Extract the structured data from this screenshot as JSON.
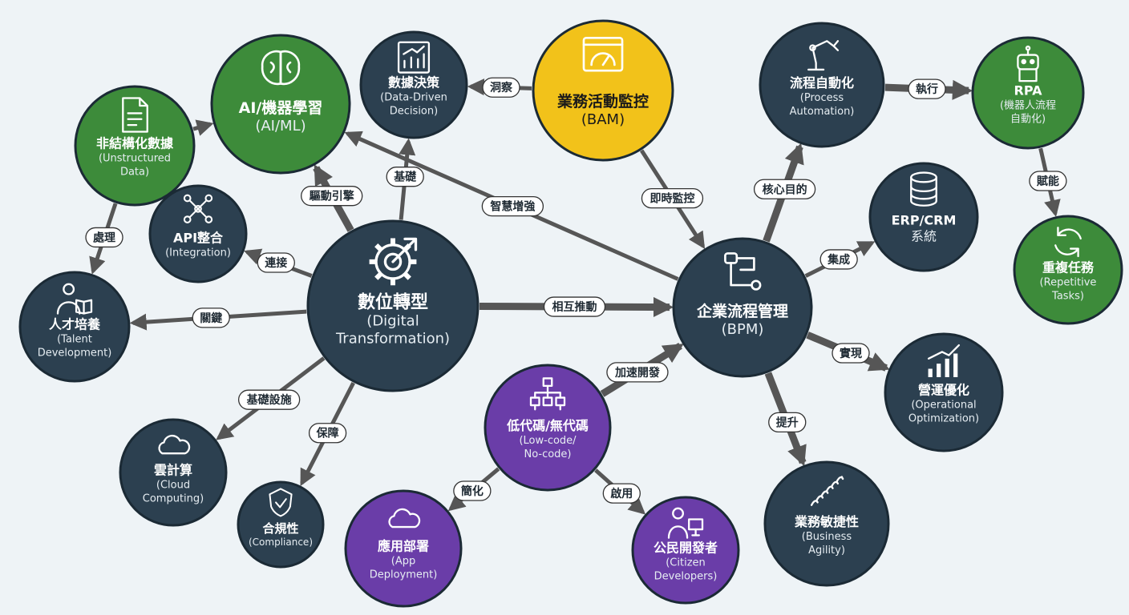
{
  "colors": {
    "background": "#eef3f6",
    "dark": "#2c4050",
    "green": "#3d8b3a",
    "purple": "#6a3da8",
    "yellow": "#f2c21a",
    "arrow": "#565656",
    "outline": "#1b2a35"
  },
  "nodes": [
    {
      "id": "digital",
      "title": "數位轉型",
      "sub": [
        "(Digital",
        "Transformation)"
      ],
      "color": "dark",
      "icon": "gear-cycle-icon"
    },
    {
      "id": "bpm",
      "title": "企業流程管理",
      "sub": [
        "(BPM)"
      ],
      "color": "dark",
      "icon": "process-flow-icon"
    },
    {
      "id": "bam",
      "title": "業務活動監控",
      "sub": [
        "(BAM)"
      ],
      "color": "yellow",
      "icon": "dashboard-gauge-icon"
    },
    {
      "id": "ai",
      "title": "AI/機器學習",
      "sub": [
        "(AI/ML)"
      ],
      "color": "green",
      "icon": "brain-icon"
    },
    {
      "id": "data",
      "title": "數據決策",
      "sub": [
        "(Data-Driven",
        "Decision)"
      ],
      "color": "dark",
      "icon": "growth-chart-icon"
    },
    {
      "id": "unstructured",
      "title": "非結構化數據",
      "sub": [
        "(Unstructured",
        "Data)"
      ],
      "color": "green",
      "icon": "document-icon"
    },
    {
      "id": "api",
      "title": "API整合",
      "sub": [
        "(Integration)"
      ],
      "color": "dark",
      "icon": "network-nodes-icon"
    },
    {
      "id": "talent",
      "title": "人才培養",
      "sub": [
        "(Talent",
        "Development)"
      ],
      "color": "dark",
      "icon": "person-book-icon"
    },
    {
      "id": "cloud",
      "title": "雲計算",
      "sub": [
        "(Cloud",
        "Computing)"
      ],
      "color": "dark",
      "icon": "cloud-icon"
    },
    {
      "id": "compliance",
      "title": "合規性",
      "sub": [
        "(Compliance)"
      ],
      "color": "dark",
      "icon": "shield-check-icon"
    },
    {
      "id": "lowcode",
      "title": "低代碼/無代碼",
      "sub": [
        "(Low-code/",
        "No-code)"
      ],
      "color": "purple",
      "icon": "hierarchy-icon"
    },
    {
      "id": "deploy",
      "title": "應用部署",
      "sub": [
        "(App",
        "Deployment)"
      ],
      "color": "purple",
      "icon": "cloud-icon"
    },
    {
      "id": "citizen",
      "title": "公民開發者",
      "sub": [
        "(Citizen",
        "Developers)"
      ],
      "color": "purple",
      "icon": "person-monitor-icon"
    },
    {
      "id": "process",
      "title": "流程自動化",
      "sub": [
        "(Process",
        "Automation)"
      ],
      "color": "dark",
      "icon": "robot-arm-icon"
    },
    {
      "id": "rpa",
      "title": "RPA",
      "sub": [
        "(機器人流程",
        "自動化)"
      ],
      "color": "green",
      "icon": "robot-icon"
    },
    {
      "id": "repetitive",
      "title": "重複任務",
      "sub": [
        "(Repetitive",
        "Tasks)"
      ],
      "color": "green",
      "icon": "refresh-icon"
    },
    {
      "id": "erp",
      "title": "ERP/CRM",
      "sub": [
        "系統"
      ],
      "color": "dark",
      "icon": "database-icon"
    },
    {
      "id": "operational",
      "title": "營運優化",
      "sub": [
        "(Operational",
        "Optimization)"
      ],
      "color": "dark",
      "icon": "bar-trend-icon"
    },
    {
      "id": "agility",
      "title": "業務敏捷性",
      "sub": [
        "(Business",
        "Agility)"
      ],
      "color": "dark",
      "icon": "spring-icon"
    }
  ],
  "edges": [
    {
      "from": "digital",
      "to": "bpm",
      "label": "相互推動",
      "thick": true
    },
    {
      "from": "digital",
      "to": "ai",
      "label": "驅動引擎",
      "thick": true
    },
    {
      "from": "digital",
      "to": "data",
      "label": "基礎",
      "thick": false
    },
    {
      "from": "bpm",
      "to": "ai",
      "label": "智慧增強",
      "thick": false
    },
    {
      "from": "digital",
      "to": "api",
      "label": "連接",
      "thick": false
    },
    {
      "from": "digital",
      "to": "talent",
      "label": "關鍵",
      "thick": false
    },
    {
      "from": "digital",
      "to": "cloud",
      "label": "基礎設施",
      "thick": false
    },
    {
      "from": "digital",
      "to": "compliance",
      "label": "保障",
      "thick": false
    },
    {
      "from": "bam",
      "to": "data",
      "label": "洞察",
      "thick": false
    },
    {
      "from": "bam",
      "to": "bpm",
      "label": "即時監控",
      "thick": false
    },
    {
      "from": "unstructured",
      "to": "ai",
      "label": "",
      "thick": false
    },
    {
      "from": "unstructured",
      "to": "talent",
      "label": "處理",
      "thick": false
    },
    {
      "from": "lowcode",
      "to": "bpm",
      "label": "加速開發",
      "thick": true
    },
    {
      "from": "lowcode",
      "to": "deploy",
      "label": "簡化",
      "thick": false
    },
    {
      "from": "lowcode",
      "to": "citizen",
      "label": "啟用",
      "thick": false
    },
    {
      "from": "bpm",
      "to": "process",
      "label": "核心目的",
      "thick": true
    },
    {
      "from": "process",
      "to": "rpa",
      "label": "執行",
      "thick": true
    },
    {
      "from": "rpa",
      "to": "repetitive",
      "label": "賦能",
      "thick": false
    },
    {
      "from": "bpm",
      "to": "erp",
      "label": "集成",
      "thick": false
    },
    {
      "from": "bpm",
      "to": "operational",
      "label": "實現",
      "thick": true
    },
    {
      "from": "bpm",
      "to": "agility",
      "label": "提升",
      "thick": true
    }
  ]
}
